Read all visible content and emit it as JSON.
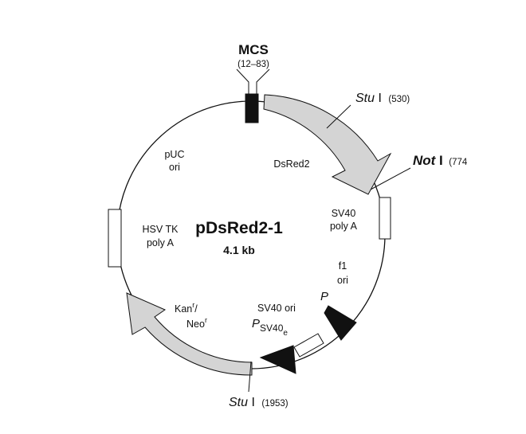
{
  "plasmid": {
    "name": "pDsRed2-1",
    "size": "4.1 kb"
  },
  "mcs": {
    "label": "MCS",
    "range": "(12–83)"
  },
  "sites": {
    "stu_top": {
      "enzyme": "Stu",
      "roman": " I",
      "pos": "(530)"
    },
    "not": {
      "enzyme": "Not",
      "roman": " I",
      "pos": "(774"
    },
    "stu_bottom": {
      "enzyme": "Stu",
      "roman": " I",
      "pos": "(1953)"
    }
  },
  "features": {
    "dsred2": "DsRed2",
    "sv40_polya_1": "SV40",
    "sv40_polya_2": "poly A",
    "f1_1": "f1",
    "f1_2": "ori",
    "promoter_p": "P",
    "sv40ori": "SV40 ori",
    "psv40e_p": "P",
    "psv40e_sub": "SV40",
    "psv40e_e": "e",
    "kan_1": "Kan",
    "kan_sup1": "r",
    "kan_slash": "/",
    "kan_2": "Neo",
    "kan_sup2": "r",
    "hsvtk_1": "HSV TK",
    "hsvtk_2": "poly A",
    "puc_1": "pUC",
    "puc_2": "ori"
  },
  "colors": {
    "line": "#111111",
    "arrow_fill": "#d4d4d4",
    "promoter_fill": "#111111",
    "box_fill": "#ffffff"
  }
}
